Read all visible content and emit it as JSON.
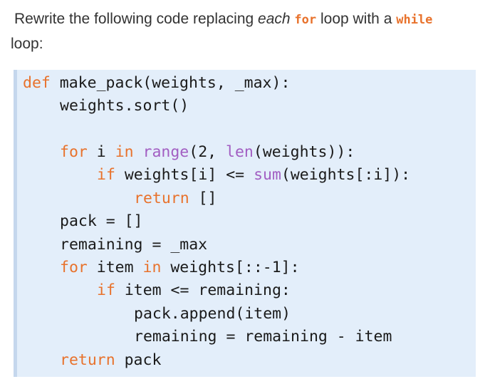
{
  "prompt": {
    "text_before_each": "Rewrite the following code replacing ",
    "each": "each",
    "text_space_1": " ",
    "for_kw": "for",
    "text_mid": " loop with a ",
    "while_kw": "while",
    "text_end": " loop:"
  },
  "code": {
    "line1_kw": "def",
    "line1_rest": " make_pack(weights, _max):",
    "line2": "weights.sort()",
    "line3_for": "for",
    "line3_a": " i ",
    "line3_in": "in",
    "line3_sp": " ",
    "line3_range": "range",
    "line3_b": "(2, ",
    "line3_len": "len",
    "line3_c": "(weights)):",
    "line4_if": "if",
    "line4_a": " weights[i] <= ",
    "line4_sum": "sum",
    "line4_b": "(weights[:i]):",
    "line5_return": "return",
    "line5_rest": " []",
    "line6": "pack = []",
    "line7": "remaining = _max",
    "line8_for": "for",
    "line8_a": " item ",
    "line8_in": "in",
    "line8_b": " weights[::-1]:",
    "line9_if": "if",
    "line9_rest": " item <= remaining:",
    "line10": "pack.append(item)",
    "line11": "remaining = remaining - item",
    "line12_return": "return",
    "line12_rest": " pack"
  }
}
